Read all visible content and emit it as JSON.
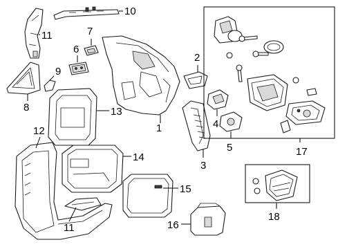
{
  "callouts": {
    "c1": "1",
    "c2": "2",
    "c3": "3",
    "c4": "4",
    "c5": "5",
    "c6": "6",
    "c7": "7",
    "c8": "8",
    "c9": "9",
    "c10": "10",
    "c11": "11",
    "c12": "12",
    "c13": "13",
    "c14": "14",
    "c15": "15",
    "c16": "16",
    "c17": "17",
    "c18": "18"
  },
  "colors": {
    "line": "#1a1a1a",
    "fill": "#ffffff",
    "shade": "#d9d9d9"
  }
}
